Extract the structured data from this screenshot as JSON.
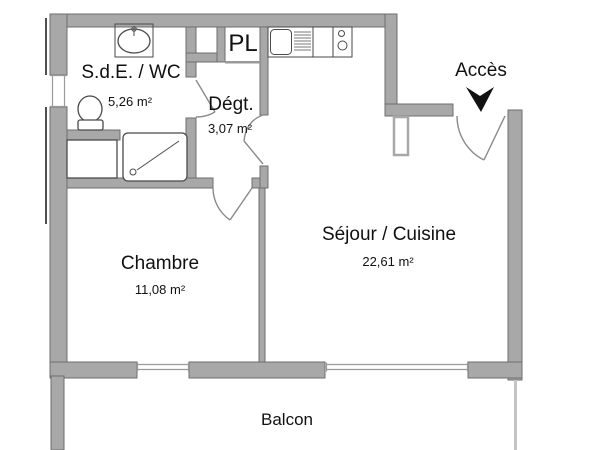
{
  "plan": {
    "rooms": {
      "bathroom": {
        "name": "S.d.E. / WC",
        "area": "5,26 m²"
      },
      "hallway": {
        "name": "Dégt.",
        "area": "3,07 m²"
      },
      "closet": {
        "name": "PL"
      },
      "living_kitchen": {
        "name": "Séjour / Cuisine",
        "area": "22,61 m²"
      },
      "bedroom": {
        "name": "Chambre",
        "area": "11,08 m²"
      },
      "balcony": {
        "name": "Balcon"
      }
    },
    "entry": {
      "label": "Accès",
      "arrow_glyph": "▼"
    },
    "fixtures": [
      "washbasin",
      "toilet",
      "shower",
      "vanity",
      "kitchen-sink",
      "drainboard",
      "cooktop"
    ],
    "colors": {
      "wall": "#a8a8a8",
      "wall_outline": "#6e6e6e",
      "door": "#8a8a8a",
      "window_line": "#9a9a9a",
      "fixture": "#4a4a4a",
      "balcony_line": "#c4c4c4",
      "stub": "#4f4f4f",
      "text": "#111111"
    }
  }
}
